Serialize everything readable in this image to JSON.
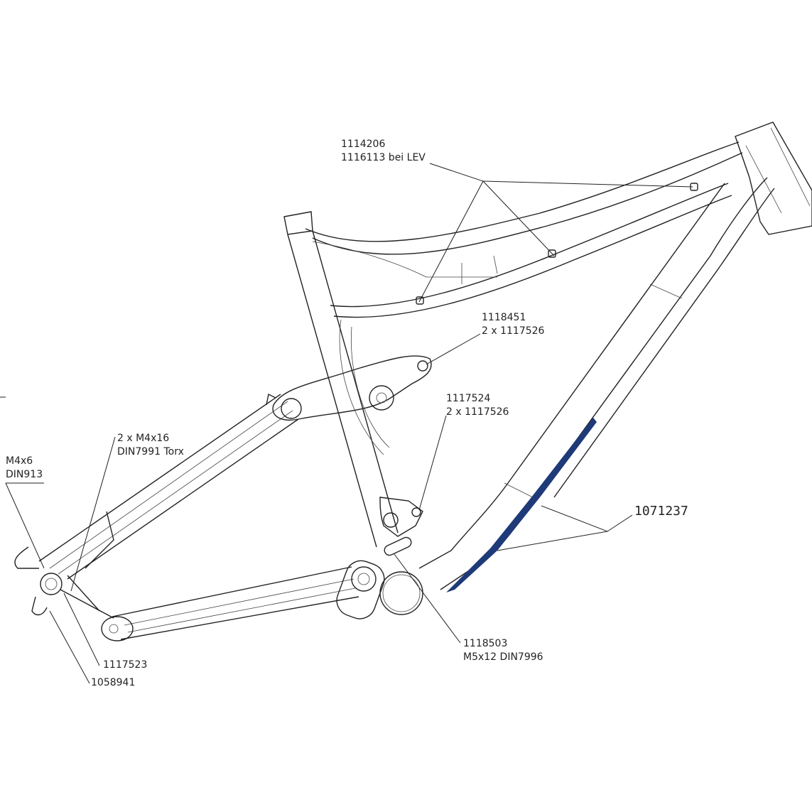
{
  "callouts": {
    "top_tube_guides": {
      "line1": "1114206",
      "line2": "1116113 bei LEV"
    },
    "rocker_bolts": {
      "line1": "1118451",
      "line2": "2 x 1117526"
    },
    "shock_mount": {
      "line1": "1117524",
      "line2": "2 x 1117526"
    },
    "dropout_screws": {
      "line1": "2 x M4x16",
      "line2": "DIN7991 Torx"
    },
    "set_screw": {
      "line1": "M4x6",
      "line2": "DIN913"
    },
    "downtube_protector": {
      "line1": "1071237"
    },
    "cable_guide": {
      "line1": "1118503",
      "line2": "M5x12 DIN7996"
    },
    "axle_part": {
      "line1": "1117523"
    },
    "derailleur_hanger": {
      "line1": "1058941"
    }
  },
  "colors": {
    "protector": "#1f3a78",
    "lines": "#222222"
  }
}
